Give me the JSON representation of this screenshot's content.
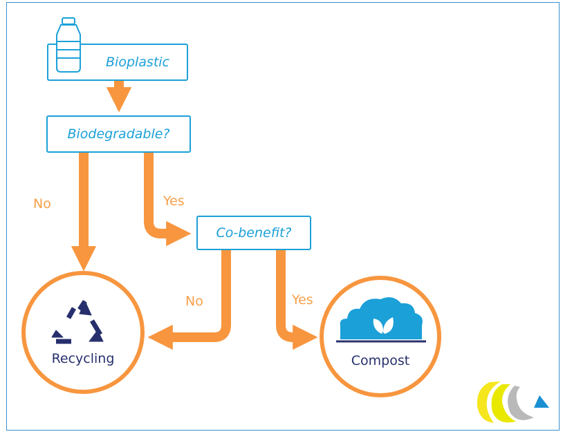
{
  "nodes": {
    "bioplastic": "Bioplastic",
    "biodegradable": "Biodegradable?",
    "cobenefit": "Co-benefit?"
  },
  "edges": {
    "bio_no": "No",
    "bio_yes": "Yes",
    "co_no": "No",
    "co_yes": "Yes"
  },
  "outcomes": {
    "recycling": "Recycling",
    "compost": "Compost"
  },
  "icons": [
    "bottle-icon",
    "recycle-icon",
    "compost-icon",
    "logo"
  ],
  "colors": {
    "node_border": "#1ba0d8",
    "arrow": "#f7963f",
    "outcome_text": "#27306d"
  }
}
